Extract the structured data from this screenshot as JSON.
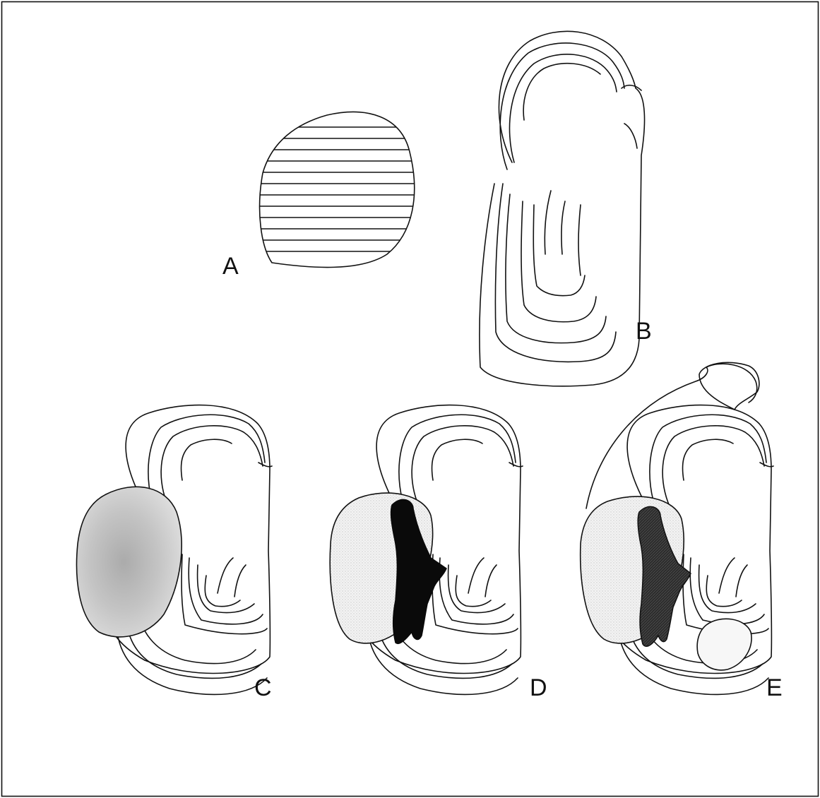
{
  "labels": {
    "a": "A",
    "b": "B",
    "c": "C",
    "d": "D",
    "e": "E"
  },
  "colors": {
    "frame": "#111111",
    "line": "#111111",
    "stipple_light": "#e2e2e2",
    "stipple_dark": "#b4b4b4",
    "solid_dark": "#0a0a0a",
    "dark_hatched": "#2a2a2a"
  }
}
